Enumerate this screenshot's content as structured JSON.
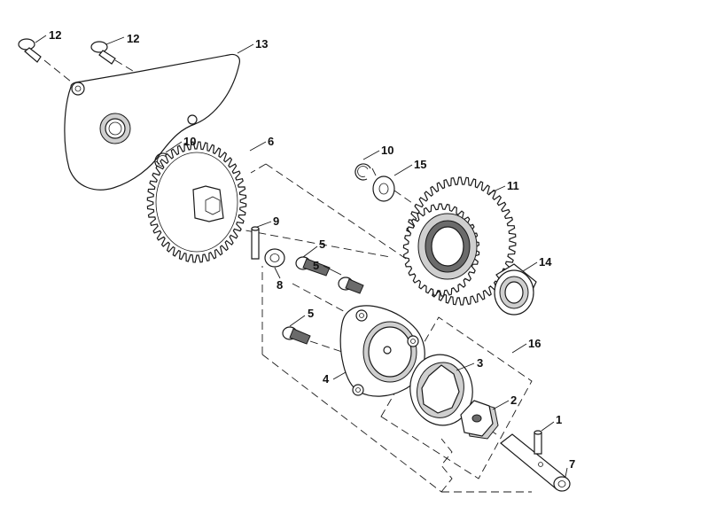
{
  "diagram": {
    "callouts": {
      "c12a": "12",
      "c12b": "12",
      "c13": "13",
      "c10a": "10",
      "c6": "6",
      "c10b": "10",
      "c15": "15",
      "c11": "11",
      "c9": "9",
      "c5a": "5",
      "c5b": "5",
      "c14": "14",
      "c8": "8",
      "c5c": "5",
      "c16": "16",
      "c3": "3",
      "c4": "4",
      "c2": "2",
      "c1": "1",
      "c7": "7"
    }
  }
}
